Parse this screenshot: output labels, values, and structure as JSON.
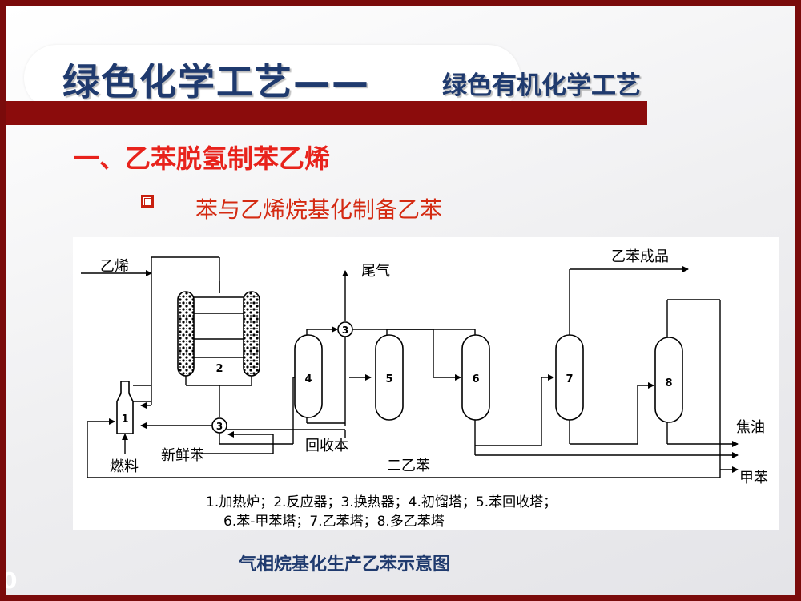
{
  "slide": {
    "title_main": "绿色化学工艺——",
    "title_sub": "绿色有机化学工艺",
    "heading": "一、乙苯脱氢制苯乙烯",
    "bullet": "苯与乙烯烷基化制备乙苯",
    "caption": "气相烷基化生产乙苯示意图",
    "page_number": "0"
  },
  "diagram": {
    "labels": {
      "ethylene": "乙烯",
      "tail_gas": "尾气",
      "ethylbenzene_product": "乙苯成品",
      "fresh_benzene": "新鲜苯",
      "recovered_benzene": "回收本",
      "fuel": "燃料",
      "diethylbenzene": "二乙苯",
      "tar": "焦油",
      "toluene": "甲苯"
    },
    "unit_numbers": {
      "furnace": "1",
      "reactor": "2",
      "exchanger_top": "3",
      "exchanger_bottom": "3",
      "col4": "4",
      "col5": "5",
      "col6": "6",
      "col7": "7",
      "col8": "8"
    },
    "legend_line1": "1.加热炉；2.反应器；3.换热器；4.初馏塔；5.苯回收塔；",
    "legend_line2": "6.苯-甲苯塔；7.乙苯塔；8.多乙苯塔"
  }
}
